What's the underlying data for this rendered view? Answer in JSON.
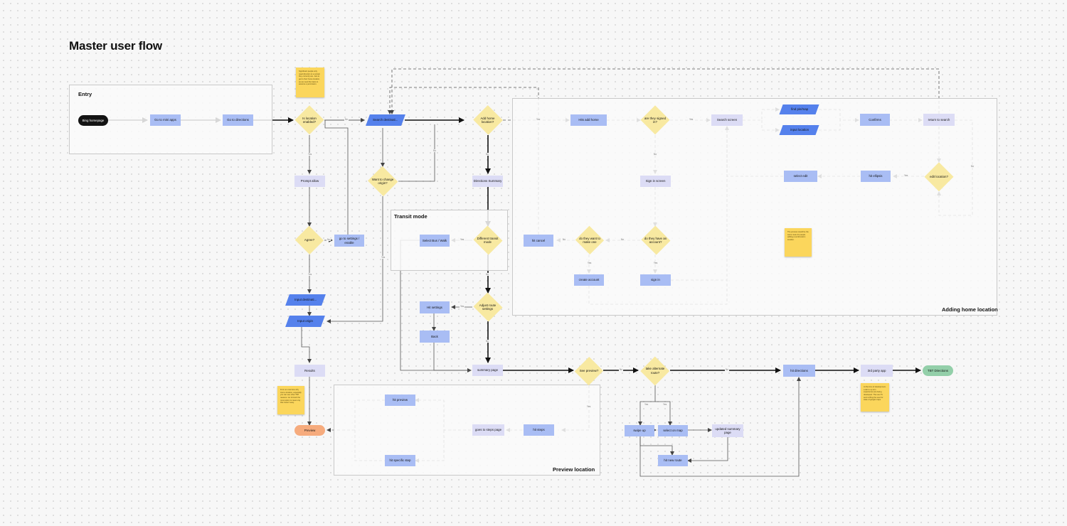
{
  "title": "Master user flow",
  "sections": [
    {
      "id": "entry",
      "label": "Entry"
    },
    {
      "id": "transit",
      "label": "Transit mode"
    },
    {
      "id": "adding",
      "label": "Adding home location"
    },
    {
      "id": "preview",
      "label": "Preview location"
    }
  ],
  "nodes": {
    "bing_homepage": "Bing homepage",
    "go_mini_apps": "Go to mini apps",
    "go_directions": "Go to directions",
    "is_location_enabled": "Is location enabled?",
    "prompt_allow": "Prompt allow",
    "agree": "Agree?",
    "go_settings": "go to settings / enable",
    "input_destination": "Input destinati...",
    "input_origin": "Input origin",
    "results": "Results",
    "preview": "Preview",
    "search_destination": "Search destinati...",
    "want_change_origin": "Want to change origin?",
    "add_home_location": "Add home location?",
    "directions_summary": "Directions Summary",
    "different_transit_mode": "Different transit mode",
    "select_bus_walk": "Select Bus / Walk",
    "adjust_route_settings": "Adjust route settings",
    "hit_settings": "Hit settings",
    "back": "Back",
    "summary_page": "summary page",
    "see_preview": "See preview?",
    "take_alternate_route": "take alternate route?",
    "hit_directions": "hit directions",
    "third_party_app": "3rd party app",
    "tbt_directions": "TBT Directions",
    "hit_preview": "hit preview",
    "hit_specific_step": "hit specific step",
    "goes_to_steps_page": "goes to steps page",
    "hit_steps": "hit steps",
    "swipe_up": "swipe up",
    "select_on_map": "select on map",
    "updated_summary_page": "updated summary page",
    "hit_new_route": "hit new route",
    "hits_add_home": "Hits add home",
    "are_they_signed_in": "are they signed in?",
    "search_screen": "Search screen",
    "find_pinmap": "find pin/map",
    "input_location": "input location",
    "confirms": "Confirms",
    "return_to_search": "return to search",
    "select_edit": "select edit",
    "hit_ellipsis": "hit ellipsis",
    "edit_location": "edit location?",
    "sign_in_screen": "Sign in screen",
    "do_they_have_account": "do they have an account?",
    "do_they_want_to_make_one": "do they want to make one",
    "hit_cancel": "hit cancel",
    "create_account": "create account",
    "sign_in": "sign in"
  },
  "edge_labels": {
    "yes": "Yes",
    "no": "No"
  },
  "sticky_notes": [
    "Significant people only need direction to a certain they currently are. Just to get to their home location, as we need the basis to assume a permission.",
    "From an overview why trust a location, especially you can see other TBT reasons. Go & brush the most option to reset only that route if easy.",
    "The process would be the same route for people adding a work/custom location.",
    "At the time of development, a tab to up turn experiences are being developed. The user IS sent to Bing the user for state of google maps."
  ],
  "colors": {
    "action": "#a9bdf4",
    "screen": "#dcdcf5",
    "decision": "#f8e9a1",
    "input": "#5581ec",
    "start": "#141414",
    "preview": "#f6ab7d",
    "end": "#93cfa9",
    "sticky": "#fbd65c"
  }
}
